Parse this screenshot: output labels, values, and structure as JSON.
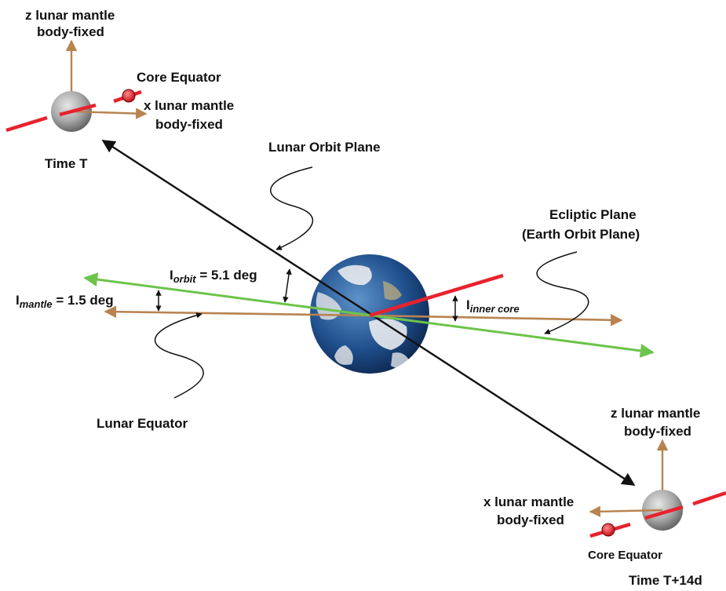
{
  "labels": {
    "z_mantle_top_1": "z lunar mantle",
    "z_mantle_top_2": "body-fixed",
    "core_equator_top": "Core Equator",
    "x_mantle_top_1": "x lunar mantle",
    "x_mantle_top_2": "body-fixed",
    "time_t": "Time T",
    "lunar_orbit_plane": "Lunar Orbit Plane",
    "ecliptic_1": "Ecliptic Plane",
    "ecliptic_2": "(Earth Orbit Plane)",
    "i_orbit_main": "I",
    "i_orbit_sub": "orbit",
    "i_orbit_val": " = 5.1 deg",
    "i_mantle_main": "I",
    "i_mantle_sub": "mantle",
    "i_mantle_val": " = 1.5 deg",
    "i_core_main": "I",
    "i_core_sub": "inner core",
    "lunar_equator": "Lunar Equator",
    "z_mantle_bot_1": "z lunar mantle",
    "z_mantle_bot_2": "body-fixed",
    "x_mantle_bot_1": "x lunar mantle",
    "x_mantle_bot_2": "body-fixed",
    "core_equator_bot": "Core Equator",
    "time_t14": "Time T+14d"
  },
  "colors": {
    "arrow_tan": "#b8834f",
    "ecliptic_green": "#6cc44a",
    "core_red": "#e8222e",
    "orbit_black": "#111111",
    "ocean": "#1f4f8c"
  }
}
